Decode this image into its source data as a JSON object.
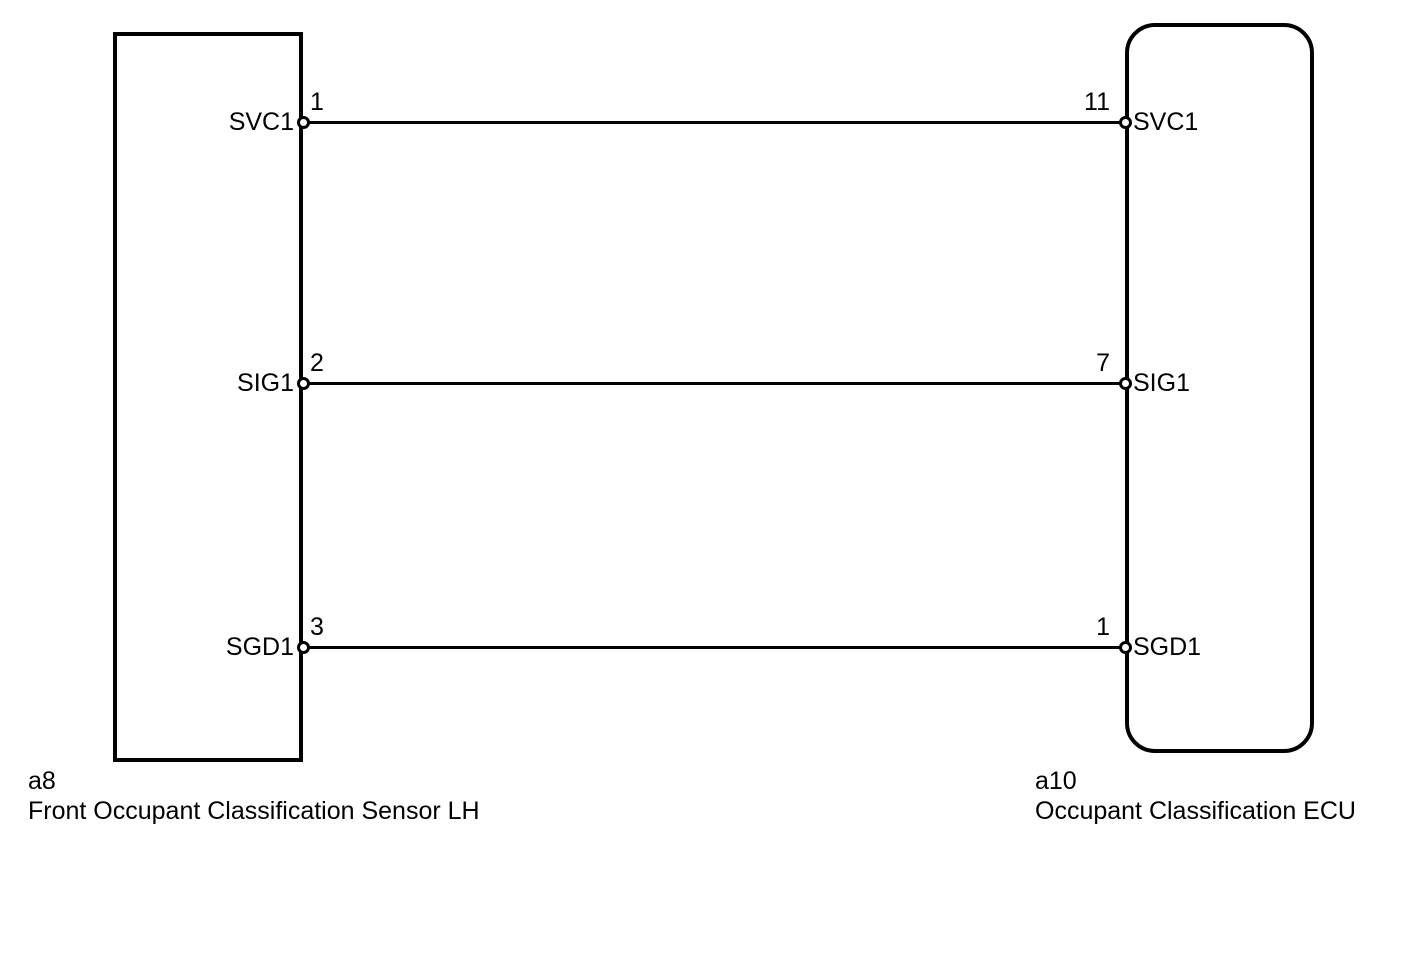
{
  "diagram": {
    "type": "wiring-diagram",
    "colors": {
      "line": "#000000",
      "background": "#ffffff"
    },
    "left_connector": {
      "id": "a8",
      "name": "Front Occupant Classification Sensor LH",
      "shape": "rectangle",
      "pins": [
        {
          "number": "1",
          "label": "SVC1"
        },
        {
          "number": "2",
          "label": "SIG1"
        },
        {
          "number": "3",
          "label": "SGD1"
        }
      ]
    },
    "right_connector": {
      "id": "a10",
      "name": "Occupant Classification ECU",
      "shape": "rounded-rectangle",
      "pins": [
        {
          "number": "11",
          "label": "SVC1"
        },
        {
          "number": "7",
          "label": "SIG1"
        },
        {
          "number": "1",
          "label": "SGD1"
        }
      ]
    },
    "wires": [
      {
        "signal": "SVC1",
        "from": "a8 pin 1",
        "to": "a10 pin 11"
      },
      {
        "signal": "SIG1",
        "from": "a8 pin 2",
        "to": "a10 pin 7"
      },
      {
        "signal": "SGD1",
        "from": "a8 pin 3",
        "to": "a10 pin 1"
      }
    ]
  }
}
